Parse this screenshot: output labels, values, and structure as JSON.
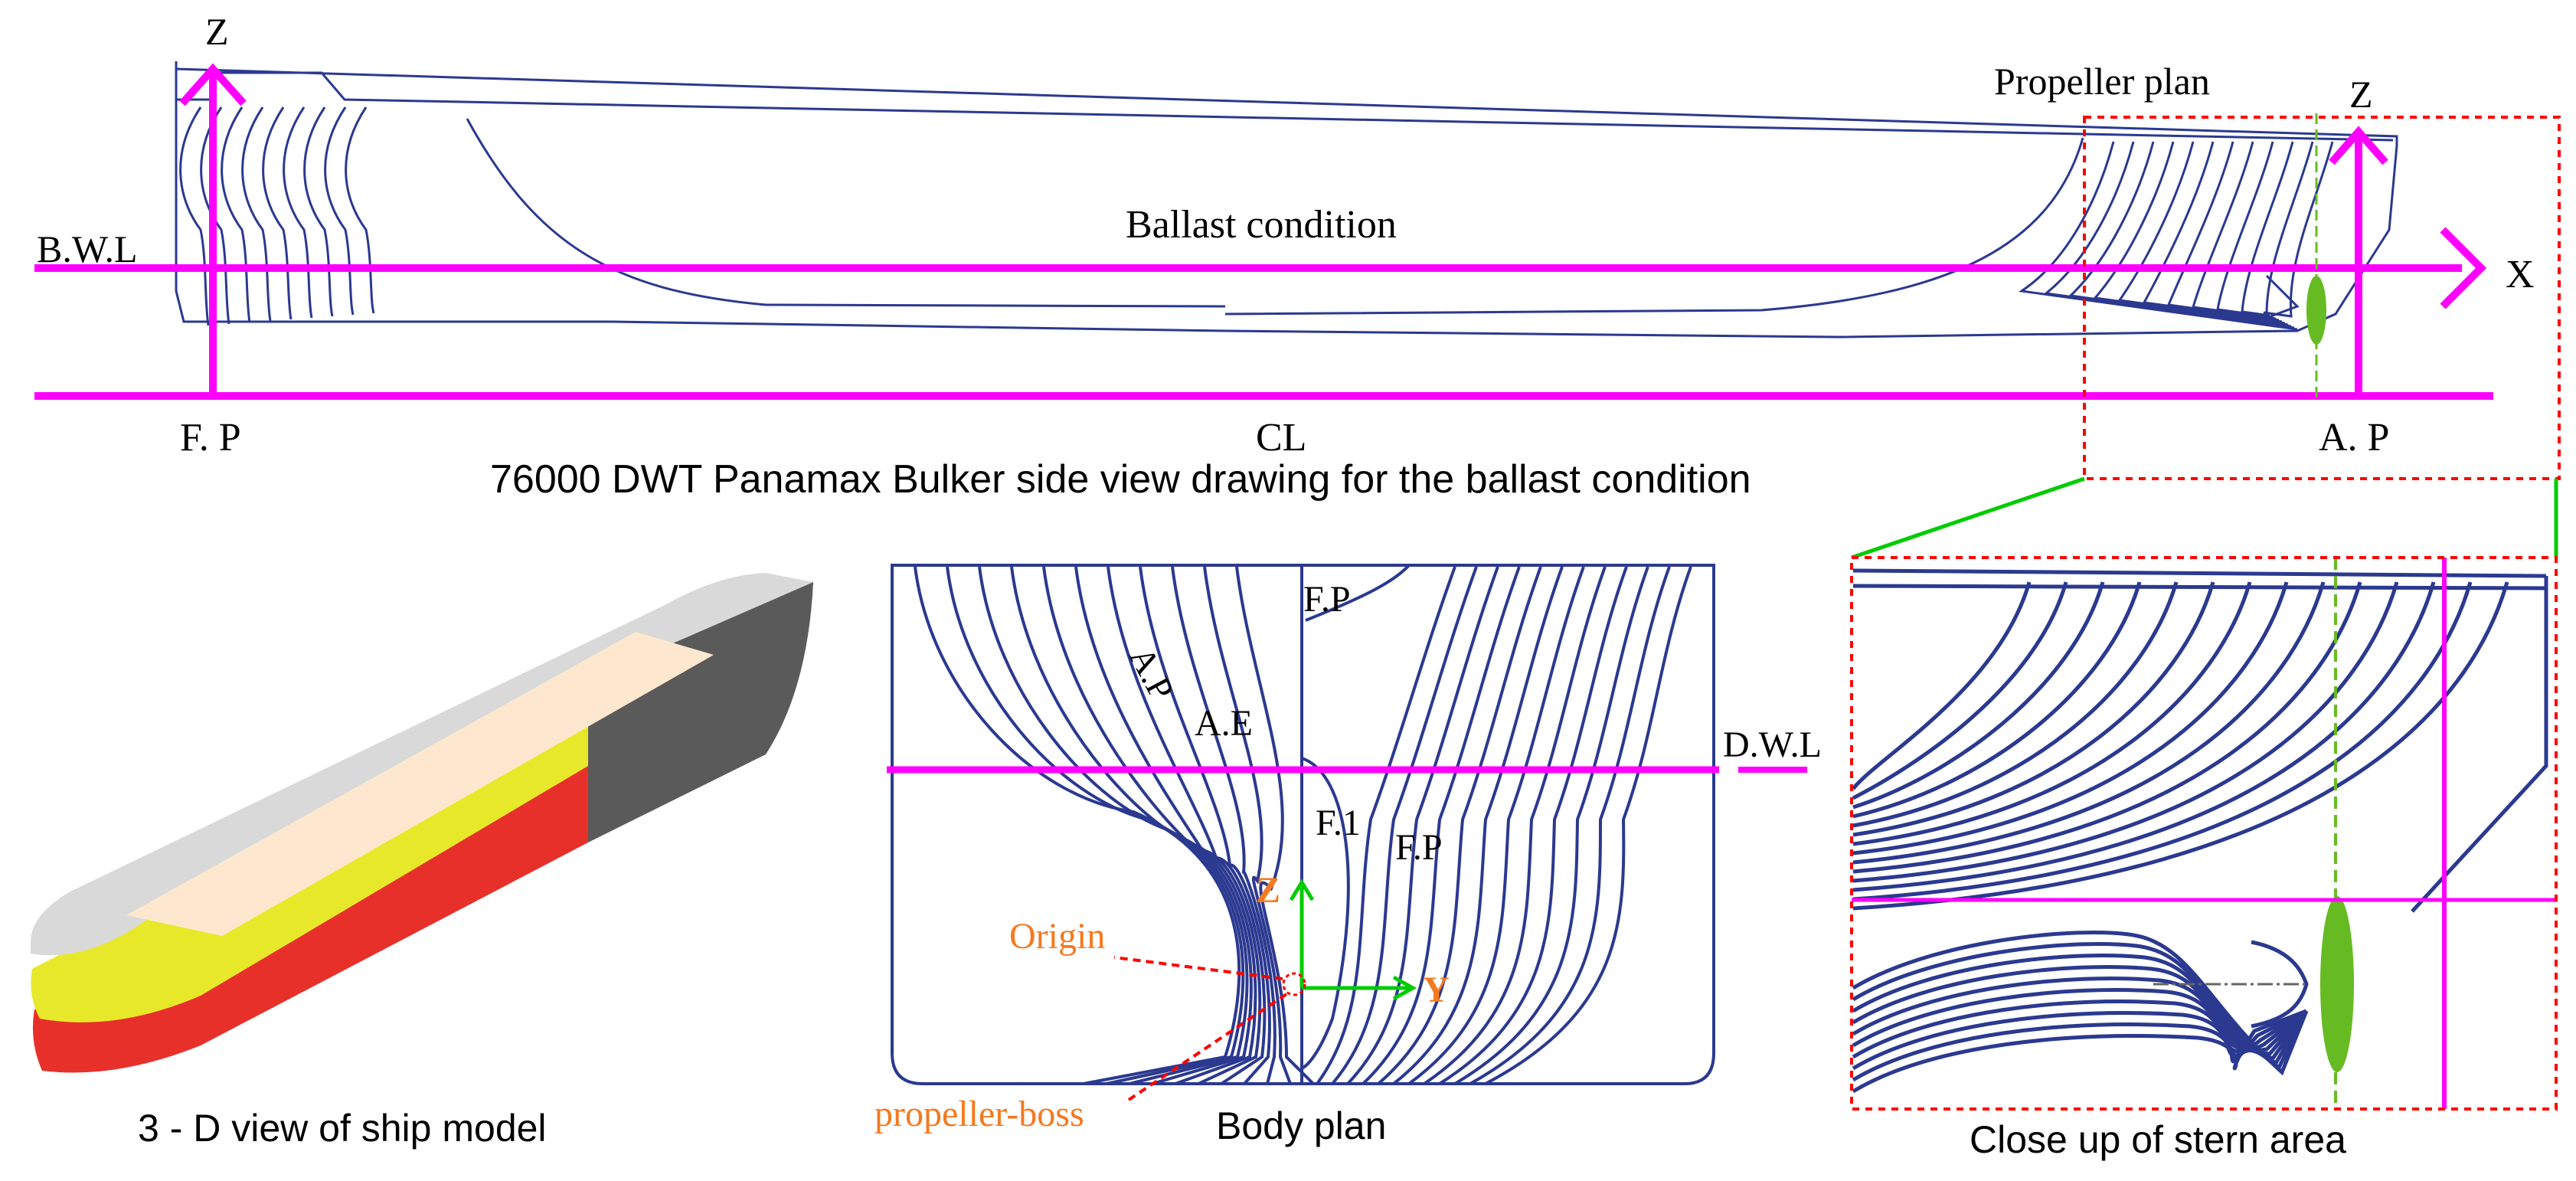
{
  "side_view": {
    "caption": "76000 DWT Panamax Bulker side view drawing for  the ballast condition",
    "condition_label": "Ballast condition",
    "waterline_label": "B.W.L",
    "z_axis_left": "Z",
    "z_axis_right": "Z",
    "x_axis_label": "X",
    "fp_label": "F. P",
    "cl_label": "CL",
    "ap_label": "A. P",
    "propeller_plan_label": "Propeller plan"
  },
  "model_3d": {
    "caption": "3 - D view of ship model"
  },
  "body_plan": {
    "caption": "Body plan",
    "fp_top_label": "F.P",
    "ap_label": "A.P",
    "ae_label": "A.E",
    "dwl_label": "D.W.L",
    "f1_label": "F.1",
    "fp_label": "F.P",
    "z_label": "Z",
    "y_label": "Y",
    "origin_label": "Origin",
    "boss_label": "propeller-boss"
  },
  "stern_closeup": {
    "caption": "Close up of stern area"
  },
  "colors": {
    "hull_line": "#2b3990",
    "axis_magenta": "#ff00ff",
    "frame_red": "#ff0000",
    "leader_green": "#00cc00",
    "propeller_green": "#66bb22",
    "annotation_orange": "#f47920",
    "model_grey": "#d9d9d9",
    "model_dark": "#5a5a5a",
    "model_yellow": "#e8e82a",
    "model_red": "#e8302a",
    "model_deck": "#fde8cf"
  }
}
